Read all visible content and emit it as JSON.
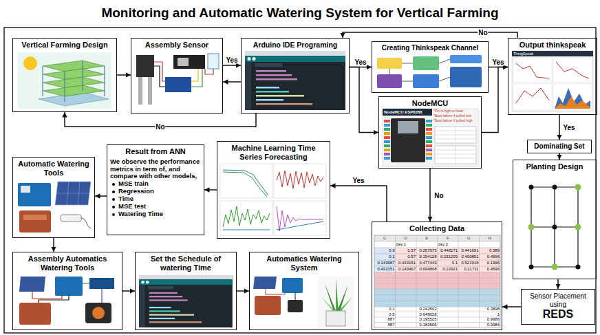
{
  "diagram": {
    "title": "Monitoring and Automatic Watering System for Vertical Farming",
    "nodes": [
      {
        "text": [
          "Vertical Farming Design"
        ]
      },
      {
        "text": [
          "Assembly Sensor"
        ]
      },
      {
        "text": [
          "Arduino IDE Programing"
        ]
      },
      {
        "text": [
          "Creating Thinkspeak Channel"
        ]
      },
      {
        "text": [
          "NodeMCU"
        ]
      },
      {
        "text": [
          "Output thinkspeak"
        ]
      },
      {
        "text": [
          "Dominating Set"
        ]
      },
      {
        "text": [
          "Planting Design"
        ]
      },
      {
        "text": [
          "Sensor Placement using",
          "REDS"
        ]
      },
      {
        "text": [
          "Collecting Data"
        ]
      },
      {
        "text": [
          "Machine Learning Time Series Forecasting"
        ]
      },
      {
        "text": [
          "Result from ANN",
          "We observe the performance metrics in term of, and compare with other models,",
          "MSE train",
          "Regression",
          "Time",
          "MSE test",
          "Watering Time"
        ]
      },
      {
        "text": [
          "Automatic Watering Tools"
        ]
      },
      {
        "text": [
          "Assembly Automatics Watering Tools"
        ]
      },
      {
        "text": [
          "Set the Schedule of watering Time"
        ]
      },
      {
        "text": [
          "Automatics Watering System"
        ]
      }
    ],
    "edges": [
      {
        "from": 0,
        "to": 1,
        "arrow": "to"
      },
      {
        "from": 1,
        "to": 2,
        "label": "Yes",
        "arrow": "to"
      },
      {
        "from": 2,
        "to": 1,
        "arrow": "to"
      },
      {
        "from": 2,
        "to": 0,
        "label": "No",
        "arrow": "to"
      },
      {
        "from": 2,
        "to": 3,
        "label": "Yes",
        "arrow": "to"
      },
      {
        "from": 2,
        "to": 4,
        "arrow": "to"
      },
      {
        "from": 3,
        "to": 5,
        "label": "Yes",
        "arrow": "to"
      },
      {
        "from": 4,
        "to": 5,
        "arrow": "to"
      },
      {
        "from": 5,
        "to": 2,
        "label": "No",
        "arrow": "to"
      },
      {
        "from": 5,
        "to": 6,
        "label": "Yes",
        "arrow": "to"
      },
      {
        "from": 6,
        "to": 7,
        "arrow": "to"
      },
      {
        "from": 7,
        "to": 8,
        "arrow": "to"
      },
      {
        "from": 8,
        "to": 9,
        "arrow": "to"
      },
      {
        "from": 4,
        "to": 9,
        "label": "No",
        "arrow": "to"
      },
      {
        "from": 9,
        "to": 10,
        "label": "Yes",
        "arrow": "to"
      },
      {
        "from": 10,
        "to": 11,
        "arrow": "to"
      },
      {
        "from": 11,
        "to": 12,
        "arrow": "to"
      },
      {
        "from": 12,
        "to": 13,
        "arrow": "to"
      },
      {
        "from": 13,
        "to": 14,
        "arrow": "to"
      },
      {
        "from": 14,
        "to": 15,
        "arrow": "to"
      }
    ],
    "labels": [
      "ThingSpeak",
      "NodeMCU ESP8266",
      "*Pin is high on boot",
      "*Boot failure if pulled low",
      "*Boot failure if pulled high",
      "C",
      "D",
      "E",
      "F",
      "G",
      "H",
      "day 1",
      "day 2",
      "0.9",
      "0.57",
      "0.267573",
      "0.448171",
      "0.441691",
      "0.389",
      "0.1",
      "0.57",
      "0.194128",
      "0.231209",
      "0.400851",
      "0.4596",
      "0.143687",
      "0.433151",
      "0.477449",
      "0.1",
      "0.521915",
      "0.1996",
      "0.433151",
      "0.143467",
      "0.699868",
      "0.22921",
      "0.21711",
      "0.4596",
      "0.1",
      "0.242502",
      "0.3898",
      "0.5",
      "0.648028",
      "1",
      "887",
      "0.195525",
      "0.9986",
      "887",
      "0.180565",
      "0.9986"
    ]
  }
}
